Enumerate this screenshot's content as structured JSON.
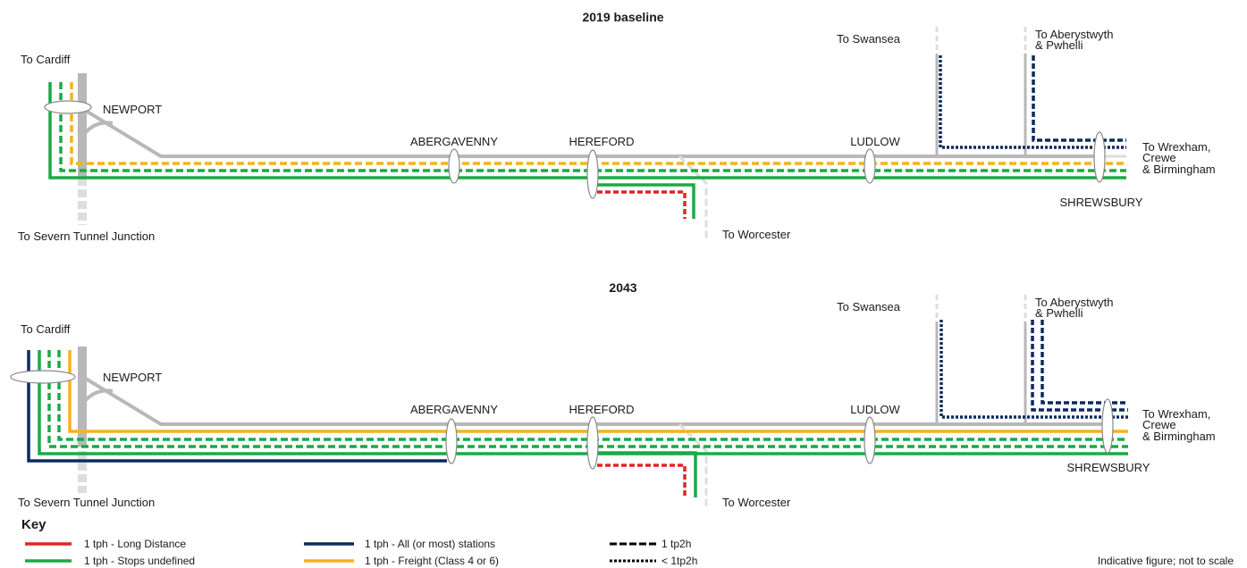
{
  "colors": {
    "red": "#e02626",
    "green": "#1aaa45",
    "navy": "#0d2a5e",
    "amber": "#f5b21f",
    "grey": "#b8b8b8",
    "light_grey": "#dddddd"
  },
  "panels": [
    {
      "title": "2019 baseline",
      "labels": {
        "to_cardiff": "To Cardiff",
        "newport": "NEWPORT",
        "abergavenny": "ABERGAVENNY",
        "hereford": "HEREFORD",
        "ludlow": "LUDLOW",
        "to_swansea": "To Swansea",
        "to_aberystwyth_1": "To Aberystwyth",
        "to_aberystwyth_2": "& Pwhelli",
        "to_wrexham_1": "To Wrexham,",
        "to_wrexham_2": "Crewe",
        "to_wrexham_3": "& Birmingham",
        "shrewsbury": "SHREWSBURY",
        "to_severn": "To Severn Tunnel Junction",
        "to_worcester": "To Worcester"
      }
    },
    {
      "title": "2043",
      "labels": {
        "to_cardiff": "To Cardiff",
        "newport": "NEWPORT",
        "abergavenny": "ABERGAVENNY",
        "hereford": "HEREFORD",
        "ludlow": "LUDLOW",
        "to_swansea": "To Swansea",
        "to_aberystwyth_1": "To Aberystwyth",
        "to_aberystwyth_2": "& Pwhelli",
        "to_wrexham_1": "To Wrexham,",
        "to_wrexham_2": "Crewe",
        "to_wrexham_3": "& Birmingham",
        "shrewsbury": "SHREWSBURY",
        "to_severn": "To Severn Tunnel Junction",
        "to_worcester": "To Worcester"
      }
    }
  ],
  "key": {
    "title": "Key",
    "long_distance": "1 tph - Long Distance",
    "stops_undefined": "1 tph - Stops undefined",
    "all_stations": "1 tph - All (or most) stations",
    "freight": "1 tph - Freight (Class 4 or 6)",
    "tp2h": "1 tp2h",
    "lt_tp2h": "< 1tp2h"
  },
  "footnote": "Indicative figure; not to scale"
}
